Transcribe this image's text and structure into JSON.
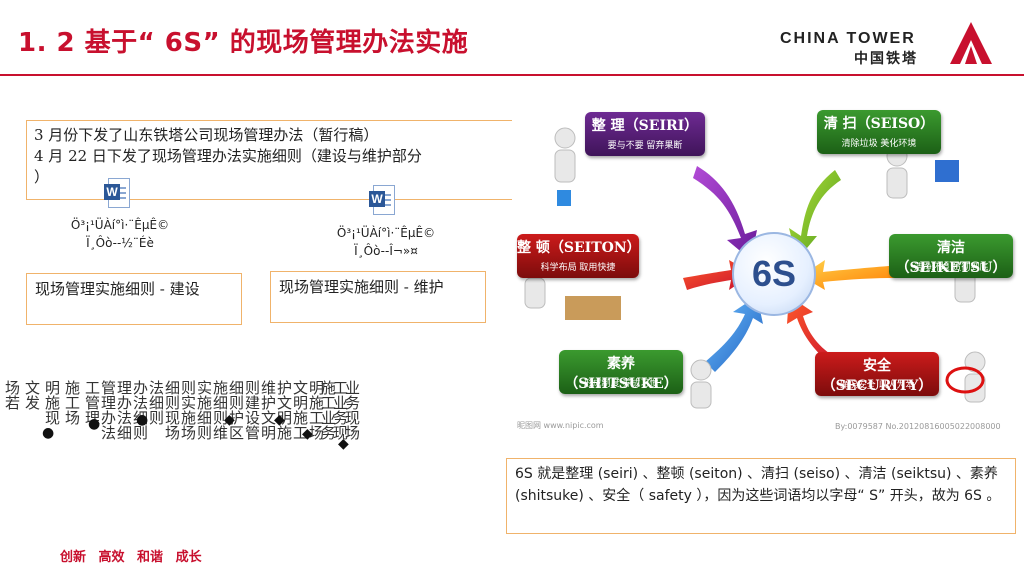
{
  "slide": {
    "title": "1. 2   基于“ 6S” 的现场管理办法实施",
    "footer": "创新 高效 和谐 成长"
  },
  "logo": {
    "english": "CHINA TOWER",
    "chinese": "中国铁塔",
    "mark_color": "#c8102e"
  },
  "intro": {
    "line1": "3 月份下发了山东铁塔公司现场管理办法（暂行稿）",
    "line2": "4 月 22 日下发了现场管理办法实施细则（建设与维护部分",
    "line3": "）"
  },
  "attachments": [
    {
      "icon": "word-document-icon",
      "caption_line1": "Ö³¡¹ÜÀí°ì·¨ÊµÊ©",
      "caption_line2": "Ï¸Ôò--½¨Éè"
    },
    {
      "icon": "word-document-icon",
      "caption_line1": "Ö³¡¹ÜÀí°ì·¨ÊµÊ©",
      "caption_line2": "Ï¸Ôò--Î¬»¤"
    }
  ],
  "details": [
    {
      "label": "现场管理实施细则 - 建设"
    },
    {
      "label": "现场管理实施细则 - 维护"
    }
  ],
  "vertical_text": {
    "col1": "场若",
    "col2": "文发",
    "col3": "明施现",
    "col4": "施工场",
    "col5": "工管理",
    "col6": "管理办法",
    "col7": "理办法细",
    "col8": "办法细则",
    "col9": "法细则",
    "col10": "细则现场",
    "col11": "则实施场",
    "col12": "实施细则",
    "col13": "施细则维",
    "col14": "细则护区",
    "col15": "则建设管",
    "col16": "维护文明",
    "col17": "护文明施",
    "col18": "文明施工",
    "col19": "明施工场",
    "col20": "施工业务",
    "col21": "工业务现",
    "col22": "业务现场",
    "col23": "务现场管",
    "col24": "现场管理",
    "col25": "场管理场"
  },
  "diagram": {
    "center": "6S",
    "items": [
      {
        "head": "整 理（SEIRI）",
        "sub": "要与不要  留弃果断"
      },
      {
        "head": "清 扫（SEISO）",
        "sub": "清除垃圾  美化环境"
      },
      {
        "head": "整 顿（SEITON）",
        "sub": "科学布局  取用快捷"
      },
      {
        "head": "清洁（SEIKETSU）",
        "sub": "洁净环境  贯彻到底"
      },
      {
        "head": "素养（SHITSUKE）",
        "sub": "形成制度  养成习惯"
      },
      {
        "head": "安全（SECURITY）",
        "sub": "确保安全  以人为本"
      }
    ],
    "watermark_left": "昵图网 www.nipic.com",
    "watermark_right": "By:0079587 No.20120816005022008000"
  },
  "summary": {
    "text": "6S 就是整理 (seiri) 、整顿 (seiton) 、清扫 (seiso) 、清洁 (seiktsu) 、素养 (shitsuke) 、安全（ safety ），因为这些词语均以字母“ S” 开头，故为 6S 。"
  }
}
